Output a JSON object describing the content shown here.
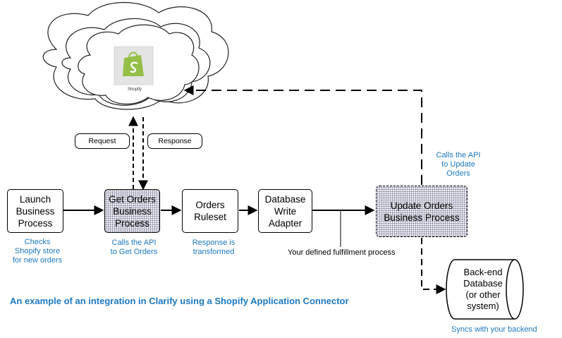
{
  "cloud": {
    "logo_caption": "Shopify"
  },
  "pills": {
    "request": "Request",
    "response": "Response"
  },
  "boxes": {
    "launch": "Launch\nBusiness\nProcess",
    "get_orders": "Get Orders\nBusiness\nProcess",
    "orders_ruleset": "Orders\nRuleset",
    "db_write": "Database\nWrite\nAdapter",
    "update_orders": "Update Orders\nBusiness Process"
  },
  "notes": {
    "checks": "Checks\nShopify store\nfor new orders",
    "calls_get": "Calls the API\nto Get Orders",
    "transformed": "Response is\ntransformed",
    "calls_update": "Calls the API\nto Update\nOrders",
    "syncs": "Syncs with your backend"
  },
  "fulfillment_label": "Your defined fulfillment process",
  "database": {
    "label": "Back-end\nDatabase\n(or other\nsystem)"
  },
  "caption": "An example of an integration in Clarify using a Shopify Application Connector",
  "colors": {
    "accent_blue": "#1c79c0",
    "shopify_green": "#95bf47"
  }
}
